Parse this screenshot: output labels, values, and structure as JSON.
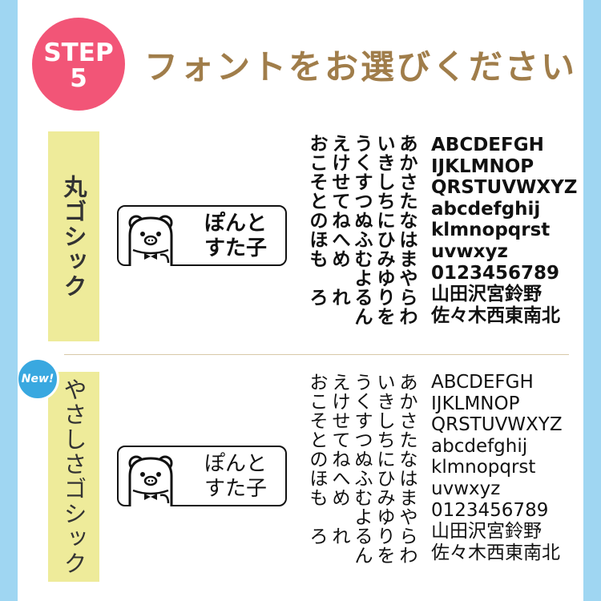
{
  "header": {
    "step_line1": "STEP",
    "step_line2": "5",
    "title": "フォントをお選びください"
  },
  "fonts": [
    {
      "label": "丸ゴシック",
      "badge": "",
      "sample_line1": "ぽんと",
      "sample_line2": "すた子",
      "kana_columns": [
        "あかさたなはまやらわ",
        "いきしちにひみゆりを",
        "うくすつぬふむよるん",
        "えけせてねへめ　れ",
        "おこそとのほも　ろ"
      ],
      "alpha_lines": [
        "ABCDEFGH",
        "IJKLMNOP",
        "QRSTUVWXYZ",
        "abcdefghij",
        "klmnopqrst",
        "uvwxyz",
        "0123456789",
        "山田沢宮鈴野",
        "佐々木西東南北"
      ]
    },
    {
      "label": "やさしさゴシック",
      "badge": "New!",
      "sample_line1": "ぽんと",
      "sample_line2": "すた子",
      "kana_columns": [
        "あかさたなはまやらわ",
        "いきしちにひみゆりを",
        "うくすつぬふむよるん",
        "えけせてねへめ　れ",
        "おこそとのほも　ろ"
      ],
      "alpha_lines": [
        "ABCDEFGH",
        "IJKLMNOP",
        "QRSTUVWXYZ",
        "abcdefghij",
        "klmnopqrst",
        "uvwxyz",
        "0123456789",
        "山田沢宮鈴野",
        "佐々木西東南北"
      ]
    }
  ],
  "colors": {
    "background": "#9fd6f2",
    "step_badge": "#f25577",
    "title": "#a07d4a",
    "label_box": "#eeeb9a",
    "new_badge": "#39a8e0"
  },
  "icons": [
    "bear-icon",
    "bowtie-icon"
  ]
}
